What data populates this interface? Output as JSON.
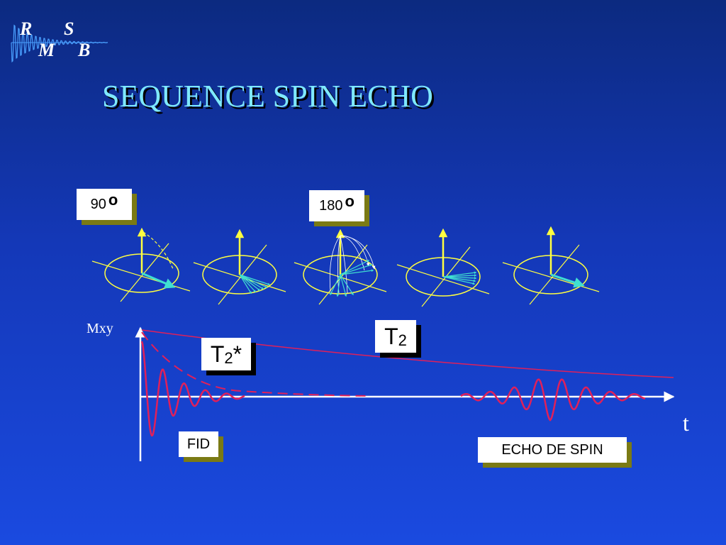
{
  "logo": {
    "letters": [
      "R",
      "S",
      "M",
      "B"
    ]
  },
  "title": "SEQUENCE SPIN ECHO",
  "pulses": {
    "p90": {
      "value": "90",
      "unit": "o"
    },
    "p180": {
      "value": "180",
      "unit": "o"
    }
  },
  "graph": {
    "y_label": "Mxy",
    "x_label": "t",
    "t2_star": {
      "main": "T",
      "sub": "2",
      "suffix": "*"
    },
    "t2": {
      "main": "T",
      "sub": "2"
    },
    "fid_label": "FID",
    "echo_label": "ECHO DE SPIN"
  },
  "colors": {
    "title": "#7fe9ff",
    "signal": "#e0205a",
    "axes": "#ffffff",
    "vector_axis": "#ffff40",
    "spin_vector": "#40e0d0",
    "label_shadow": "#7a7a14"
  },
  "icons": [
    "rmsb-logo",
    "spin-diagram-icon",
    "arrow-icon"
  ]
}
